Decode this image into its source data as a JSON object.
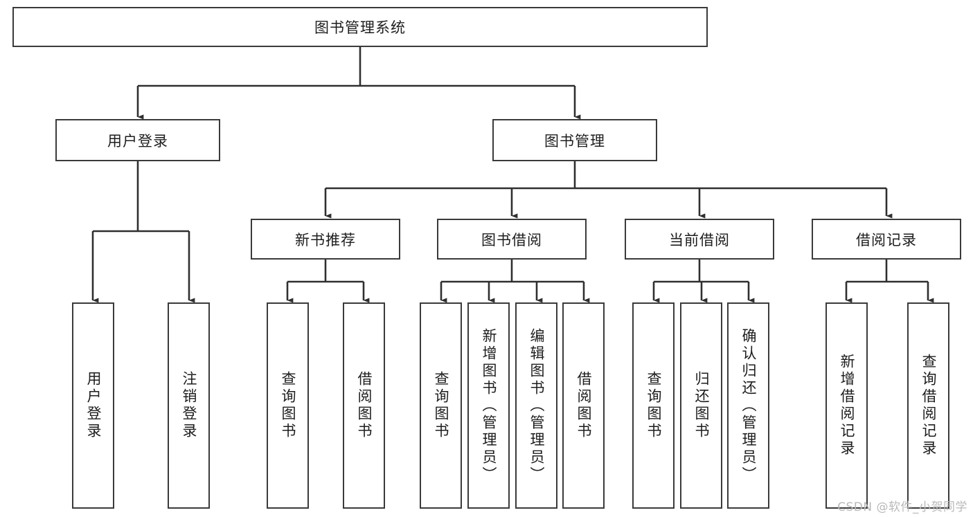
{
  "diagram": {
    "type": "tree-hierarchy-flowchart",
    "title": "图书管理系统",
    "watermark": "CSDN @软件_小贺同学",
    "colors": {
      "box_border": "#3a3a3a",
      "box_fill": "#ffffff",
      "connector": "#2f2f2f",
      "text": "#1d1d1d",
      "watermark": "#b9b9b9",
      "background": "#ffffff"
    },
    "levels": {
      "root": {
        "label": "图书管理系统",
        "orientation": "horizontal"
      },
      "level1": [
        {
          "id": "user-login",
          "label": "用户登录",
          "orientation": "horizontal"
        },
        {
          "id": "book-management",
          "label": "图书管理",
          "orientation": "horizontal"
        }
      ],
      "level2": [
        {
          "id": "new-book-recommend",
          "label": "新书推荐",
          "orientation": "horizontal",
          "parent": "book-management"
        },
        {
          "id": "book-borrow",
          "label": "图书借阅",
          "orientation": "horizontal",
          "parent": "book-management"
        },
        {
          "id": "current-borrow",
          "label": "当前借阅",
          "orientation": "horizontal",
          "parent": "book-management"
        },
        {
          "id": "borrow-record",
          "label": "借阅记录",
          "orientation": "horizontal",
          "parent": "book-management"
        }
      ],
      "leaves": [
        {
          "id": "leaf-user-login",
          "label": "用户登录",
          "orientation": "vertical",
          "parent": "user-login"
        },
        {
          "id": "leaf-user-logout",
          "label": "注销登录",
          "orientation": "vertical",
          "parent": "user-login"
        },
        {
          "id": "leaf-query-book-1",
          "label": "查询图书",
          "orientation": "vertical",
          "parent": "new-book-recommend"
        },
        {
          "id": "leaf-borrow-book-1",
          "label": "借阅图书",
          "orientation": "vertical",
          "parent": "new-book-recommend"
        },
        {
          "id": "leaf-query-book-2",
          "label": "查询图书",
          "orientation": "vertical",
          "parent": "book-borrow"
        },
        {
          "id": "leaf-add-book",
          "label": "新增图书（管理员）",
          "orientation": "vertical",
          "parent": "book-borrow"
        },
        {
          "id": "leaf-edit-book",
          "label": "编辑图书（管理员）",
          "orientation": "vertical",
          "parent": "book-borrow"
        },
        {
          "id": "leaf-borrow-book-2",
          "label": "借阅图书",
          "orientation": "vertical",
          "parent": "book-borrow"
        },
        {
          "id": "leaf-query-book-3",
          "label": "查询图书",
          "orientation": "vertical",
          "parent": "current-borrow"
        },
        {
          "id": "leaf-return-book",
          "label": "归还图书",
          "orientation": "vertical",
          "parent": "current-borrow"
        },
        {
          "id": "leaf-confirm-return",
          "label": "确认归还（管理员）",
          "orientation": "vertical",
          "parent": "current-borrow"
        },
        {
          "id": "leaf-add-record",
          "label": "新增借阅记录",
          "orientation": "vertical",
          "parent": "borrow-record"
        },
        {
          "id": "leaf-query-record",
          "label": "查询借阅记录",
          "orientation": "vertical",
          "parent": "borrow-record"
        }
      ]
    }
  }
}
